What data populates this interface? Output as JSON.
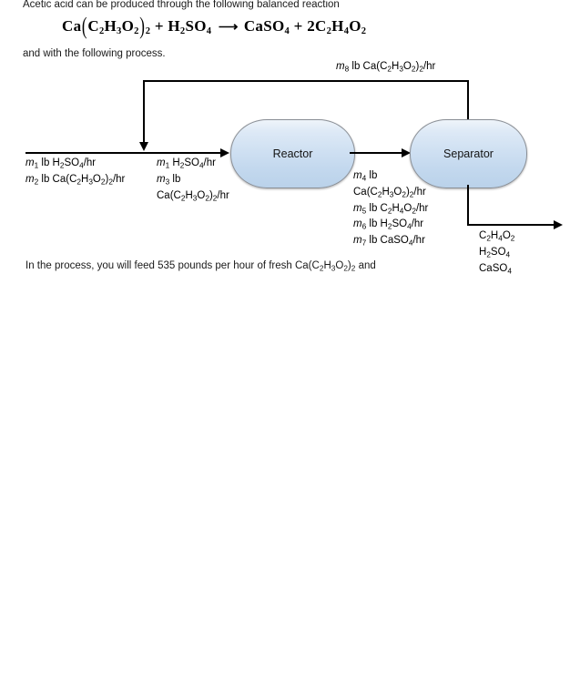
{
  "document": {
    "intro_line": "Acetic acid can be produced through the following balanced reaction",
    "after_equation_line": "and with the following process.",
    "closing_line": "In the process, you will feed 535 pounds per hour of fresh Ca(C2H3O2)2 and"
  },
  "equation": {
    "reactant_1": "Ca(C2H3O2)2",
    "plus_1": "+",
    "reactant_2": "H2SO4",
    "arrow": "⟶",
    "product_1": "CaSO4",
    "plus_2": "+",
    "product_2": "2C2H4O2",
    "full_text": "Ca(C2H3O2)2 + H2SO4  ⟶  CaSO4 + 2C2H4O2"
  },
  "diagram": {
    "units": [
      {
        "id": "reactor",
        "label": "Reactor"
      },
      {
        "id": "separator",
        "label": "Separator"
      }
    ],
    "streams": {
      "fresh_feed": {
        "line_1": "m1 lb H2SO4/hr",
        "line_2": "m2 lb Ca(C2H3O2)2/hr"
      },
      "reactor_inlet": {
        "line_1": "m1 H2SO4/hr",
        "line_2": "m3 lb",
        "line_3": "Ca(C2H3O2)2/hr"
      },
      "recycle": {
        "line_1": "m8 lb Ca(C2H3O2)2/hr"
      },
      "reactor_outlet": {
        "line_1": "m4 lb",
        "line_2": "Ca(C2H3O2)2/hr",
        "line_3": "m5 lb C2H4O2/hr",
        "line_4": "m6 lb H2SO4/hr",
        "line_5": "m7 lb CaSO4/hr"
      },
      "product": {
        "line_1": "C2H4O2",
        "line_2": "H2SO4",
        "line_3": "CaSO4"
      }
    }
  },
  "colors": {
    "unit_fill_top": "#eef4fa",
    "unit_fill_bottom": "#bad2ea",
    "unit_border": "#8a8f96",
    "line": "#000000",
    "text": "#1a1a1a",
    "background": "#ffffff"
  }
}
